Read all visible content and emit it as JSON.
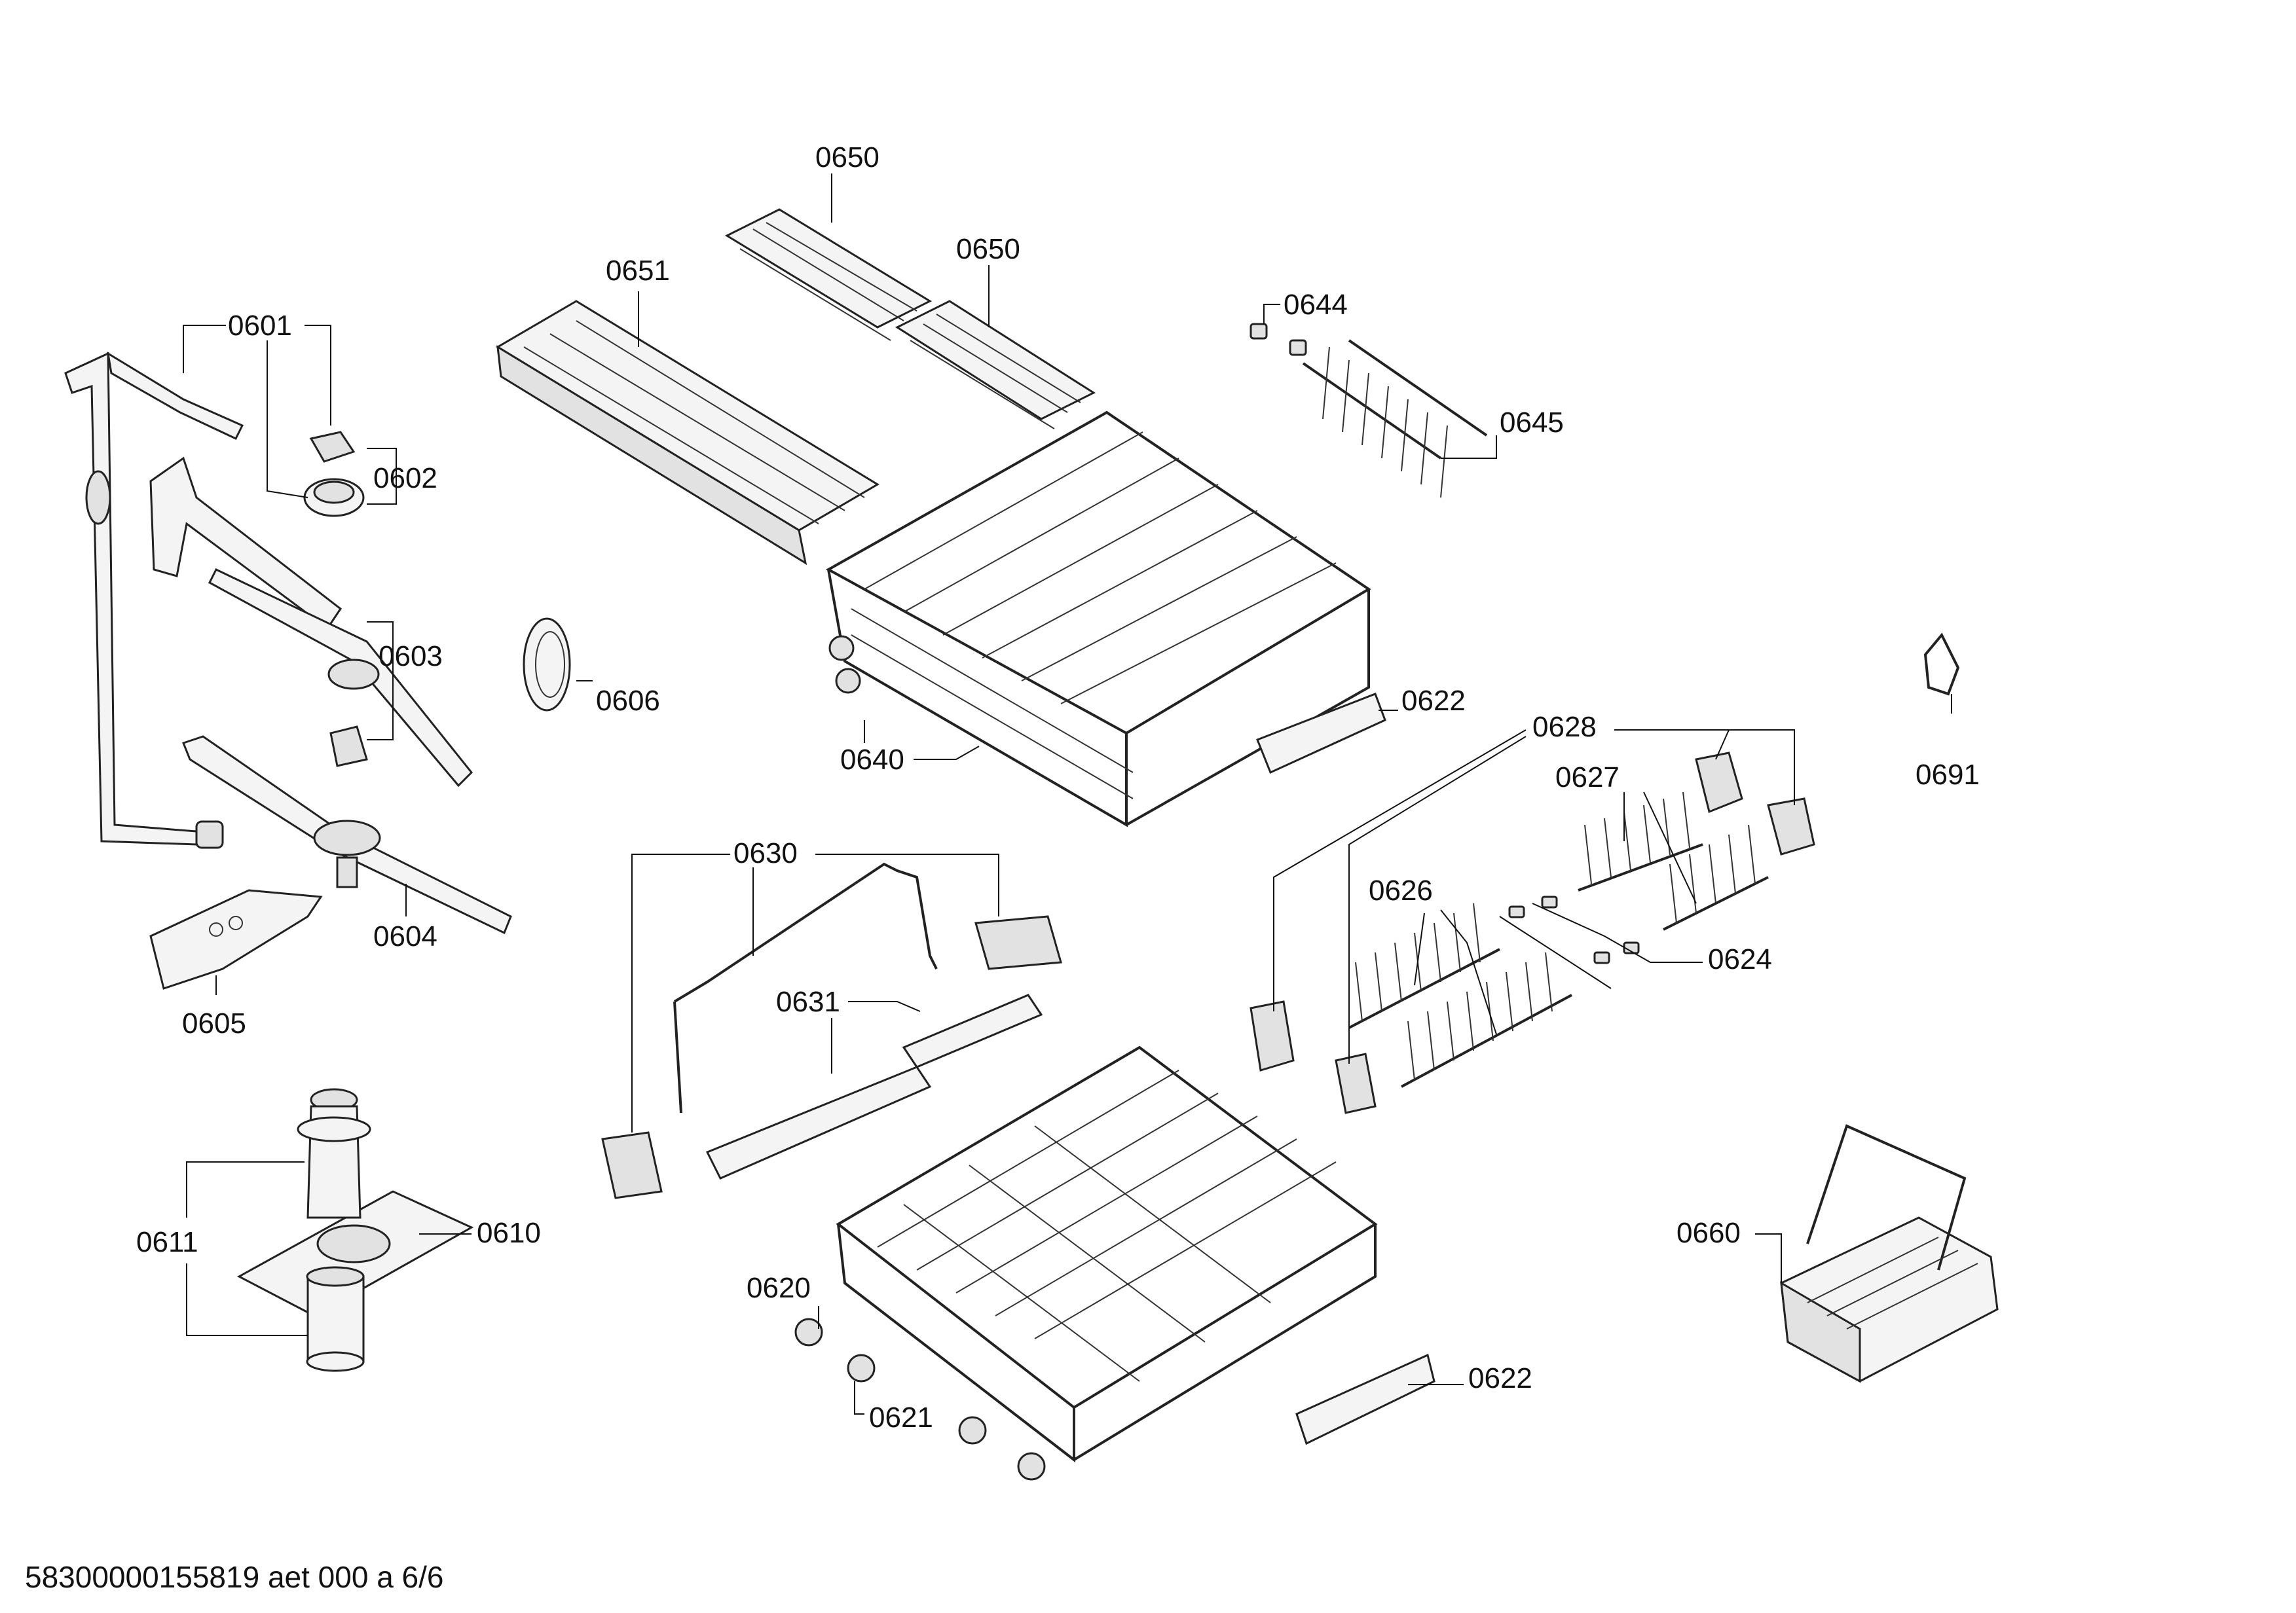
{
  "labels": {
    "l0601": "0601",
    "l0602": "0602",
    "l0603": "0603",
    "l0604": "0604",
    "l0605": "0605",
    "l0606": "0606",
    "l0610": "0610",
    "l0611": "0611",
    "l0620": "0620",
    "l0621": "0621",
    "l0622a": "0622",
    "l0622b": "0622",
    "l0624": "0624",
    "l0626": "0626",
    "l0627": "0627",
    "l0628": "0628",
    "l0630": "0630",
    "l0631": "0631",
    "l0640": "0640",
    "l0644": "0644",
    "l0645": "0645",
    "l0650a": "0650",
    "l0650b": "0650",
    "l0651": "0651",
    "l0660": "0660",
    "l0691": "0691"
  },
  "footer": "58300000155819 aet 000 a 6/6"
}
